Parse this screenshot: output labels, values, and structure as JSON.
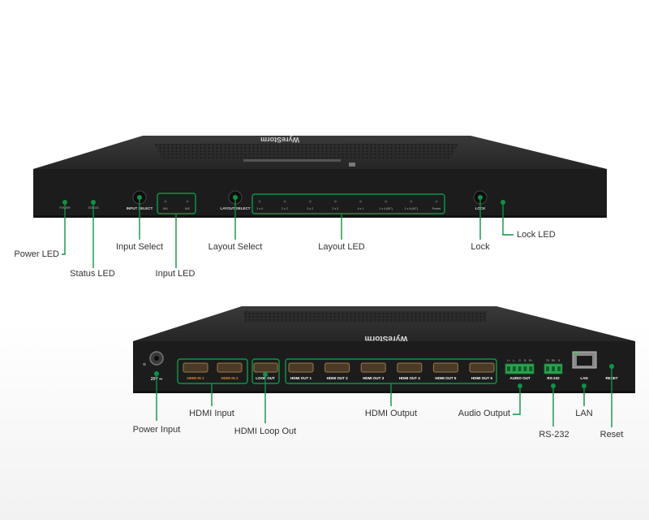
{
  "colors": {
    "accent": "#0b9444",
    "chassis": "#262626",
    "panel": "#1b1b1b",
    "hdmi_in_label": "#e08a2c",
    "port_label": "#ffffff",
    "callout_text": "#333333"
  },
  "front_panel": {
    "brand_mark": "WyreStorm",
    "panel_labels": {
      "power": "POWER",
      "status": "STATUS",
      "input_select": "INPUT SELECT",
      "in1": "IN1",
      "in2": "IN2",
      "layout_select": "LAYOUT SELECT",
      "lock": "LOCK"
    },
    "layout_leds": [
      "1 x 4",
      "2 x 2",
      "3 x 2",
      "2 x 3",
      "4 x 1",
      "1 x 4 (90°)",
      "1 x 6 (90°)",
      "Preset"
    ]
  },
  "rear_panel": {
    "brand_mark": "WyreStorm",
    "power_label": "20V ⎓",
    "hdmi_inputs": [
      "HDMI IN 1",
      "HDMI IN 2"
    ],
    "loop_out": "LOOP OUT",
    "hdmi_outputs": [
      "HDMI OUT 1",
      "HDMI OUT 2",
      "HDMI OUT 3",
      "HDMI OUT 4",
      "HDMI OUT 5",
      "HDMI OUT 6"
    ],
    "audio_out": "AUDIO OUT",
    "audio_pins": [
      "L+",
      "L-",
      "G",
      "R-",
      "R+"
    ],
    "rs232": "RS-232",
    "rs232_pins": [
      "TX",
      "RX",
      "G"
    ],
    "lan": "LAN",
    "reset": "RESET"
  },
  "callouts": {
    "power_led": "Power LED",
    "status_led": "Status LED",
    "input_select": "Input Select",
    "input_led": "Input LED",
    "layout_select": "Layout Select",
    "layout_led": "Layout LED",
    "lock": "Lock",
    "lock_led": "Lock LED",
    "power_input": "Power Input",
    "hdmi_input": "HDMI Input",
    "hdmi_loop_out": "HDMI Loop Out",
    "hdmi_output": "HDMI Output",
    "audio_output": "Audio Output",
    "rs232": "RS-232",
    "lan": "LAN",
    "reset": "Reset"
  }
}
